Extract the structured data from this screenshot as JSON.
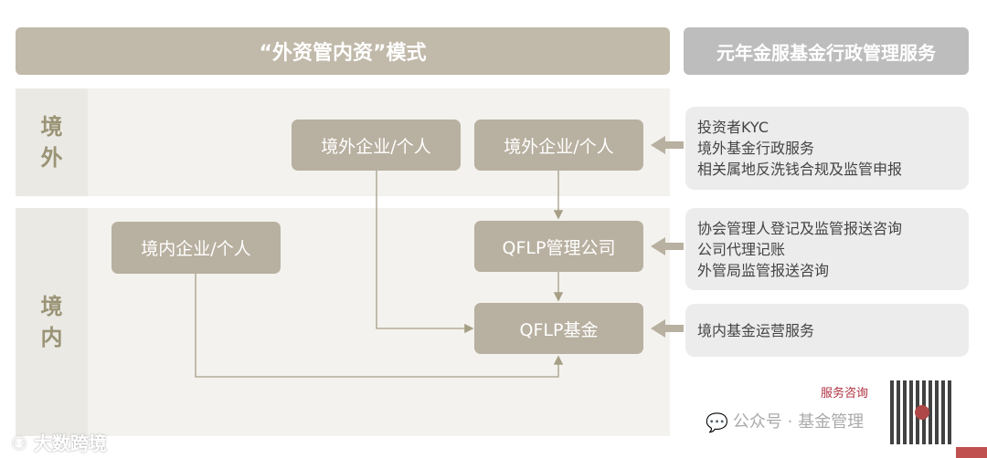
{
  "header": {
    "title": "“外资管内资”模式",
    "service_title": "元年金服基金行政管理服务"
  },
  "regions": {
    "offshore": [
      "境",
      "外"
    ],
    "onshore": [
      "境",
      "内"
    ]
  },
  "nodes": {
    "offshore_investor_1": "境外企业/个人",
    "offshore_investor_2": "境外企业/个人",
    "onshore_investor": "境内企业/个人",
    "qflp_manager": "QFLP管理公司",
    "qflp_fund": "QFLP基金"
  },
  "services": {
    "offshore": [
      "投资者KYC",
      "境外基金行政服务",
      "相关属地反洗钱合规及监管申报"
    ],
    "manager": [
      "协会管理人登记及监管报送咨询",
      "公司代理记账",
      "外管局监管报送咨询"
    ],
    "fund": [
      "境内基金运营服务"
    ]
  },
  "watermark": {
    "brand": "大数跨境",
    "wechat": "公众号 · 基金管理",
    "consult": "服务咨询"
  },
  "colors": {
    "header": "#c1b9a9",
    "service_header": "#bdbdbd",
    "node": "#b8b0a0",
    "line": "#a69f86",
    "consult": "#b03040"
  }
}
